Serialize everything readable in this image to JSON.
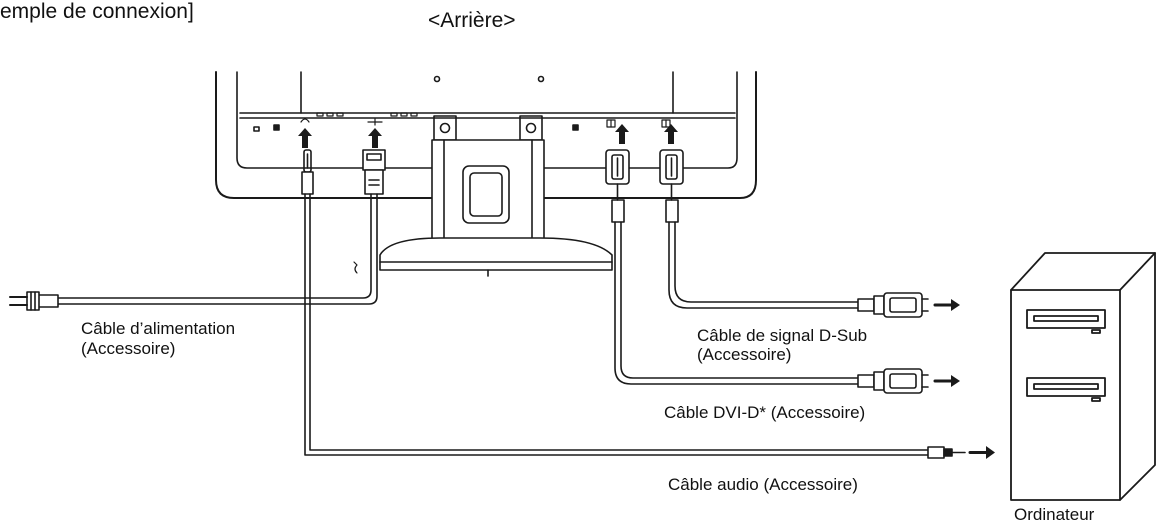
{
  "header": {
    "section_title": "emple de connexion]",
    "view_title": "<Arrière>"
  },
  "labels": {
    "power_cable": "Câble d’alimentation",
    "power_cable_sub": "(Accessoire)",
    "dsub_cable": "Câble de signal D-Sub",
    "dsub_cable_sub": "(Accessoire)",
    "dvi_cable": "Câble DVI-D* (Accessoire)",
    "audio_cable": "Câble audio (Accessoire)",
    "computer": "Ordinateur"
  },
  "colors": {
    "line": "#1a1a1a",
    "fill": "#ffffff",
    "shade": "#dddddd"
  },
  "icons": {
    "audio_port": "headphone-icon",
    "power_port": "power-plug-icon",
    "dvi_port": "dvi-port-icon",
    "dsub_port": "dsub-port-icon",
    "arrow": "arrow-right-icon"
  }
}
